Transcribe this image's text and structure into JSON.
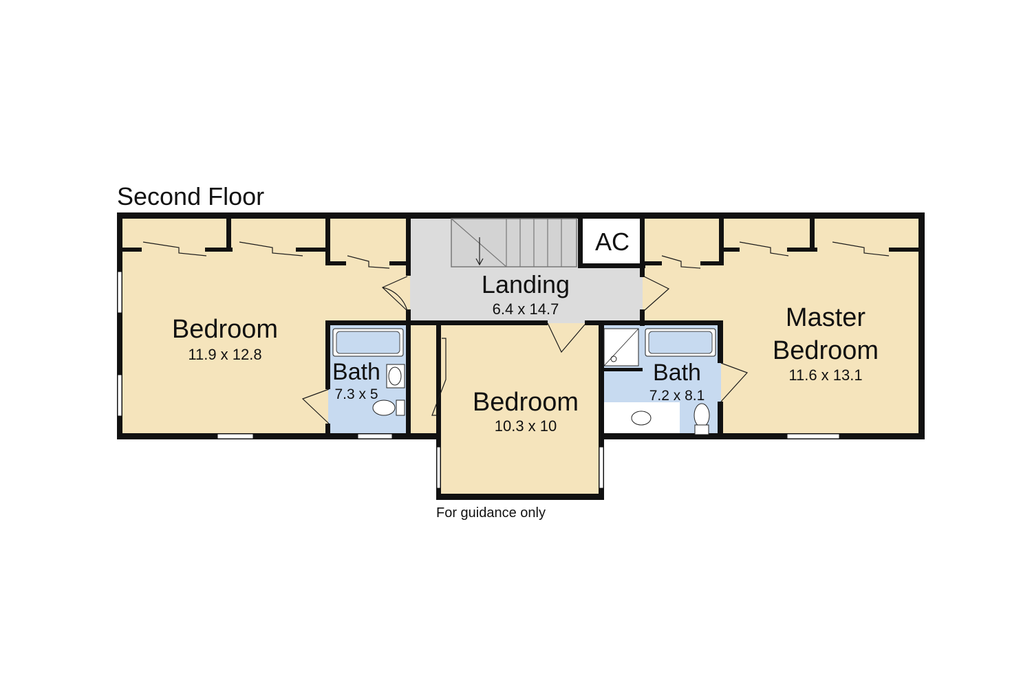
{
  "floor_title": "Second Floor",
  "disclaimer": "For guidance only",
  "colors": {
    "room_fill": "#f5e4bc",
    "bath_fill": "#c7daf0",
    "landing_fill": "#dcdcdc",
    "wall": "#111111",
    "background": "#ffffff"
  },
  "rooms": {
    "bedroom_left": {
      "name": "Bedroom",
      "dims": "11.9 x 12.8"
    },
    "bath_left": {
      "name": "Bath",
      "dims": "7.3 x 5"
    },
    "landing": {
      "name": "Landing",
      "dims": "6.4 x 14.7"
    },
    "ac": {
      "name": "AC"
    },
    "bedroom_center": {
      "name": "Bedroom",
      "dims": "10.3 x 10"
    },
    "bath_right": {
      "name": "Bath",
      "dims": "7.2 x 8.1"
    },
    "master_bedroom": {
      "name_line1": "Master",
      "name_line2": "Bedroom",
      "dims": "11.6 x 13.1"
    }
  }
}
